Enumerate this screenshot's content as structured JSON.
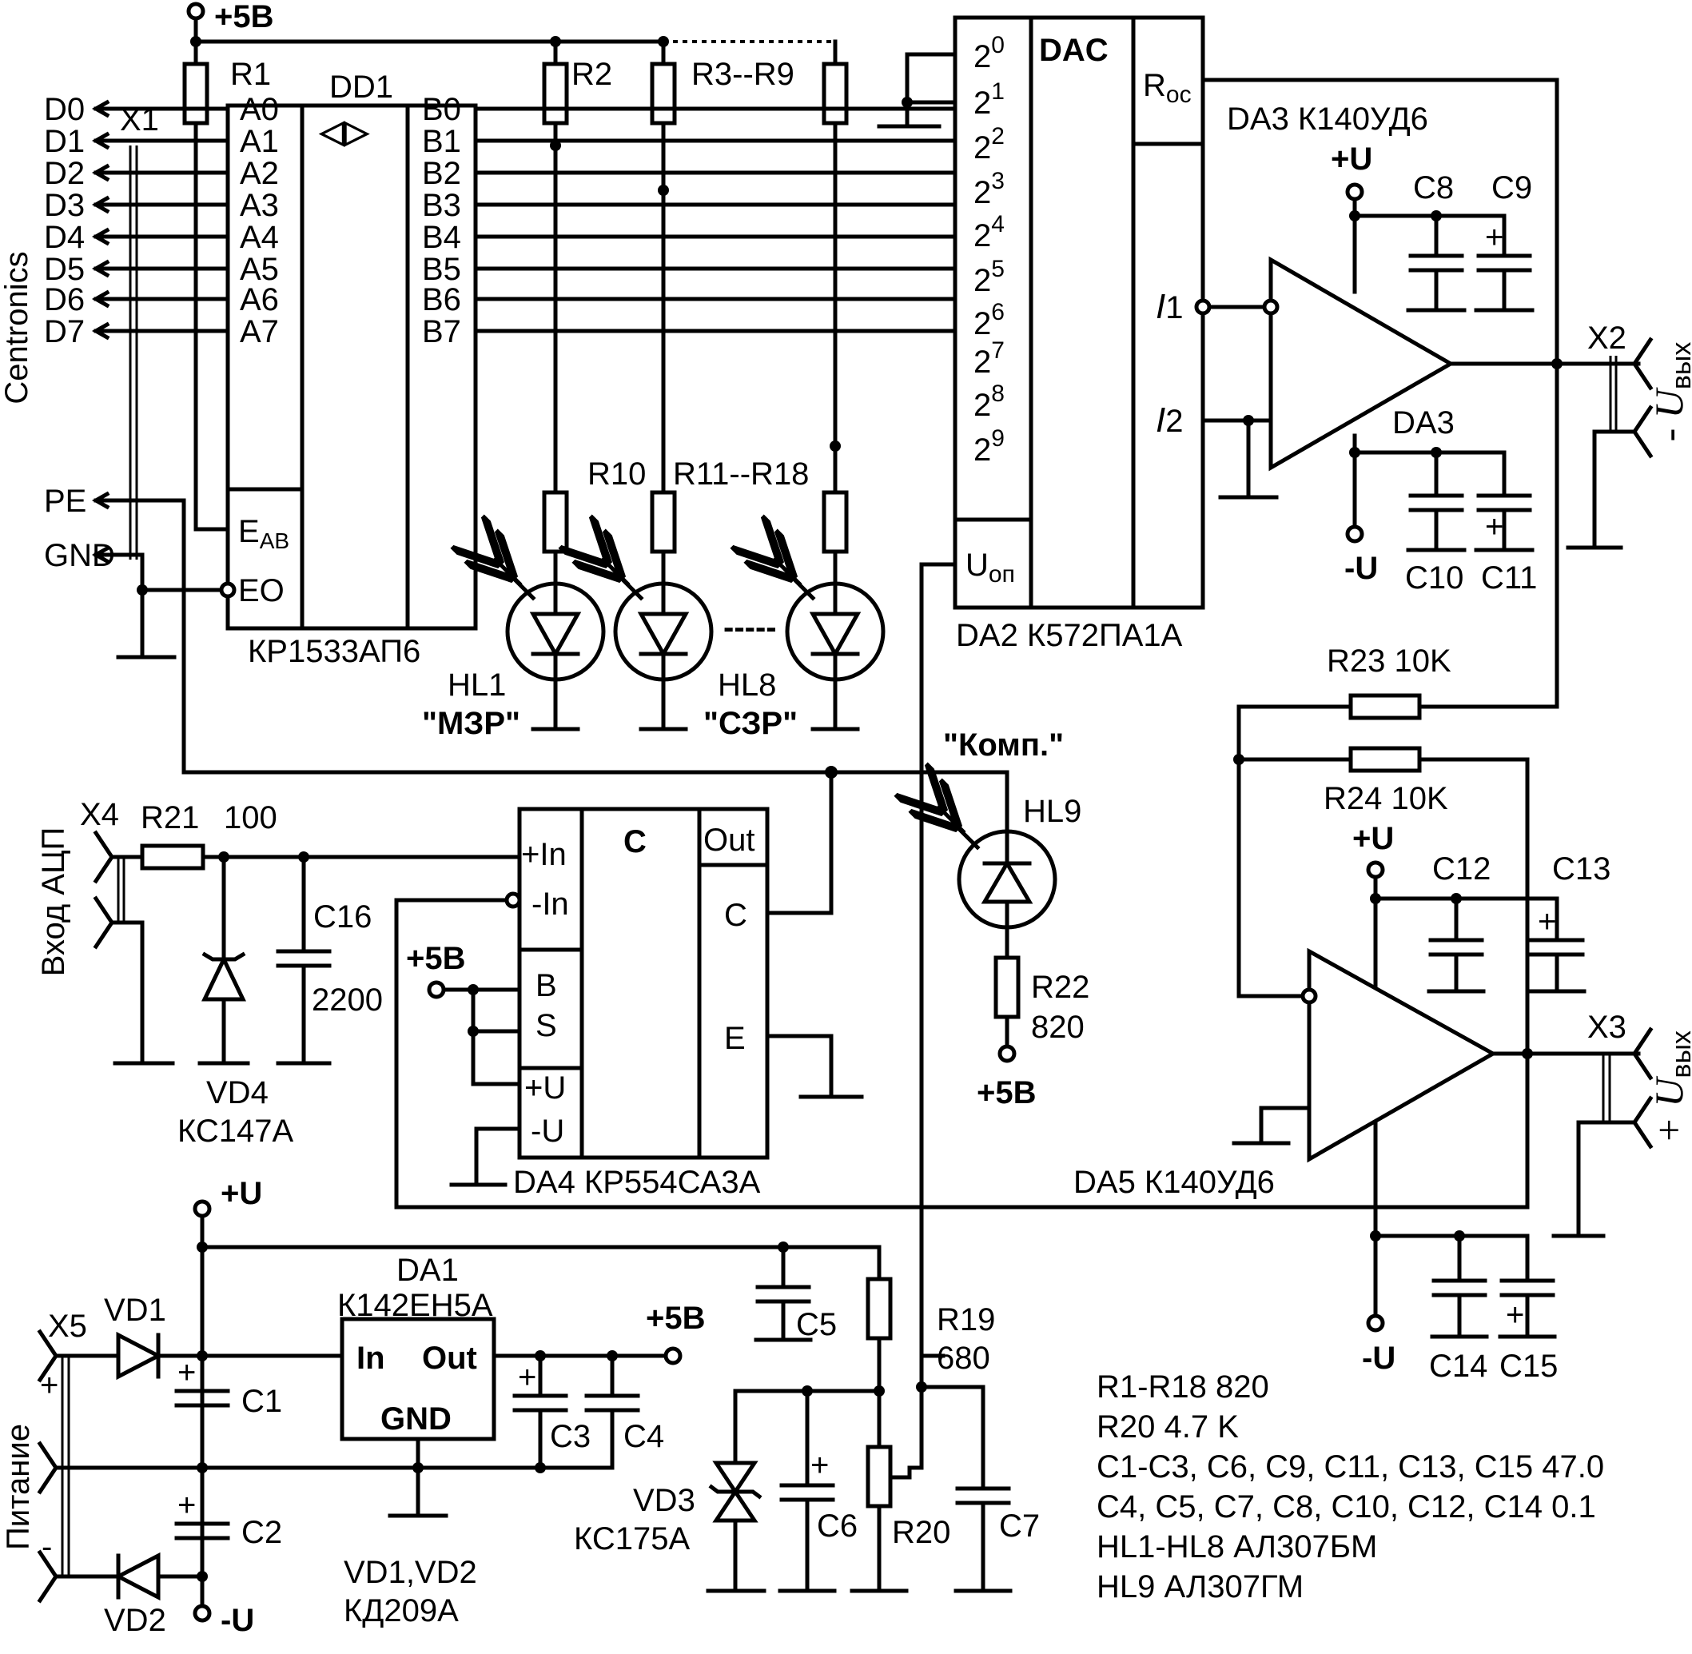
{
  "supplies": {
    "p5v": "+5В",
    "pu": "+U",
    "mu": "-U"
  },
  "x1": {
    "name": "X1",
    "connector_label": "Centronics",
    "pins": [
      "D0",
      "D1",
      "D2",
      "D3",
      "D4",
      "D5",
      "D6",
      "D7",
      "PE",
      "GND"
    ]
  },
  "resistor_labels": {
    "r1": "R1",
    "r2": "R2",
    "r3_r9": "R3--R9",
    "r10": "R10",
    "r11_r18": "R11--R18",
    "r21": "R21",
    "r21_val": "100",
    "r22": "R22",
    "r22_val": "820",
    "r23": "R23",
    "r23_val": "10K",
    "r24": "R24",
    "r24_val": "10K",
    "r19": "R19",
    "r19_val": "680",
    "r20": "R20"
  },
  "dd1": {
    "name": "DD1",
    "symbol": "◁▷",
    "part": "КР1533АП6",
    "a_pins": [
      "A0",
      "A1",
      "A2",
      "A3",
      "A4",
      "A5",
      "A6",
      "A7"
    ],
    "b_pins": [
      "B0",
      "B1",
      "B2",
      "B3",
      "B4",
      "B5",
      "B6",
      "B7"
    ],
    "eab": "E",
    "eab_sub": "AB",
    "eo": "EO"
  },
  "dac": {
    "title": "DAC",
    "bit_base": "2",
    "bit_exps": [
      "0",
      "1",
      "2",
      "3",
      "4",
      "5",
      "6",
      "7",
      "8",
      "9"
    ],
    "roc": "R",
    "roc_sub": "oc",
    "uop": "U",
    "uop_sub": "оп",
    "i1": "I",
    "i1_sub": "1",
    "i2": "I",
    "i2_sub": "2",
    "part": "DA2 К572ПА1А"
  },
  "da3": {
    "label_top": "DA3  К140УД6",
    "label_mid": "DA3"
  },
  "da4": {
    "title": "C",
    "pins_left": [
      "+In",
      "-In",
      "B",
      "S",
      "+U",
      "-U"
    ],
    "out": "Out",
    "c": "C",
    "e": "E",
    "part": "DA4 КР554СА3А"
  },
  "da5": {
    "part": "DA5 К140УД6"
  },
  "da1": {
    "name": "DA1",
    "part": "К142ЕН5А",
    "in": "In",
    "out": "Out",
    "gnd": "GND"
  },
  "leds": {
    "hl1": "HL1",
    "hl8": "HL8",
    "hl9": "HL9",
    "msr": "\"МЗР\"",
    "ssr": "\"СЗР\"",
    "comp": "\"Комп.\"",
    "dots": "-----"
  },
  "caps": {
    "c1": "C1",
    "c2": "C2",
    "c3": "C3",
    "c4": "C4",
    "c5": "C5",
    "c6": "C6",
    "c7": "C7",
    "c8": "C8",
    "c9": "C9",
    "c10": "C10",
    "c11": "C11",
    "c12": "C12",
    "c13": "C13",
    "c14": "C14",
    "c15": "C15",
    "c16": "C16",
    "c16_val": "2200",
    "plus": "+"
  },
  "diodes": {
    "vd1": "VD1",
    "vd2": "VD2",
    "vd3": "VD3",
    "vd3_part": "КС175А",
    "vd4": "VD4",
    "vd4_part": "КС147А",
    "vd12_name": "VD1,VD2",
    "vd12_part": "КД209А"
  },
  "connectors": {
    "x2": "X2",
    "x3": "X3",
    "x4": "X4",
    "x5": "X5",
    "adc_in": "Вход АЦП",
    "power": "Питание",
    "plus": "+",
    "minus": "-"
  },
  "outputs": {
    "neg": "- U",
    "pos": "+ U",
    "sub": "вых"
  },
  "notes": [
    "R1-R18  820",
    "R20  4.7 K",
    "C1-C3, C6, C9, C11, C13, C15  47.0",
    "C4, C5, C7, C8, C10,  C12, C14  0.1",
    "HL1-HL8  АЛ307БМ",
    "HL9  АЛ307ГМ"
  ]
}
